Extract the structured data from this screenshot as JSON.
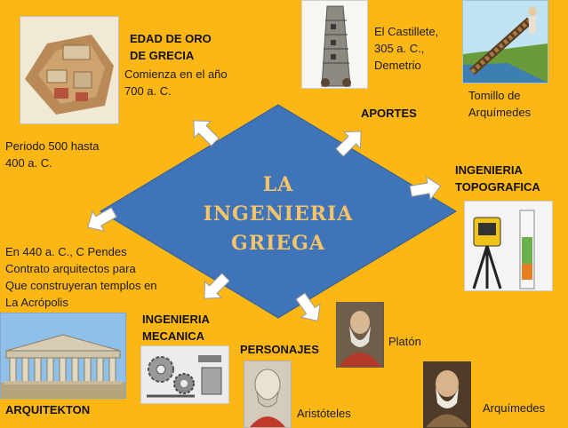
{
  "center": {
    "line1": "LA",
    "line2": "INGENIERIA",
    "line3": "GRIEGA"
  },
  "edad_oro": {
    "title_line1": "EDAD DE ORO",
    "title_line2": "DE GRECIA",
    "text_line1": "Comienza en el año",
    "text_line2": "700 a. C."
  },
  "periodo": {
    "line1": "Periodo 500 hasta",
    "line2": "400 a. C."
  },
  "pendes": {
    "line1": "En 440 a. C., C Pendes",
    "line2": "Contrato arquitectos para",
    "line3": "Que construyeran templos en",
    "line4": "La Acrópolis"
  },
  "castillete": {
    "line1": "El Castillete,",
    "line2": "305 a. C.,",
    "line3": "Demetrio"
  },
  "aportes": "APORTES",
  "tornillo": {
    "line1": "Tomillo de",
    "line2": "Arquímedes"
  },
  "topografica": {
    "line1": "INGENIERIA",
    "line2": "TOPOGRAFICA"
  },
  "mecanica": {
    "line1": "INGENIERIA",
    "line2": "MECANICA"
  },
  "personajes": "PERSONAJES",
  "arquitekton": "ARQUITEKTON",
  "platon": "Platón",
  "aristoteles": "Aristóteles",
  "arquimedes": "Arquímedes",
  "colors": {
    "background": "#FDB714",
    "diamond": "#3F74B8",
    "diamond_text": "#F5C46A",
    "arrow": "#FFFFFF"
  }
}
